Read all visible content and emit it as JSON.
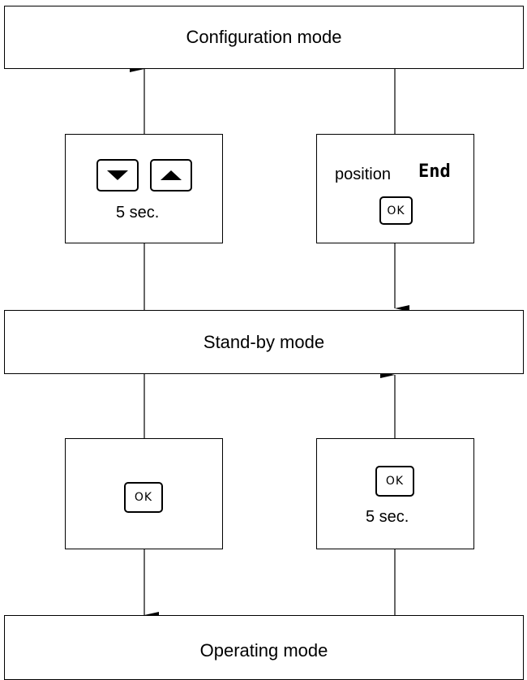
{
  "modes": {
    "configuration": "Configuration mode",
    "standby": "Stand-by mode",
    "operating": "Operating mode"
  },
  "steps": {
    "enter_config": {
      "keys": [
        "arrow-down-key",
        "arrow-up-key"
      ],
      "hold": "5 sec."
    },
    "exit_config": {
      "text": "position",
      "display": "End",
      "key": "OK"
    },
    "enter_operating": {
      "key": "OK"
    },
    "exit_operating": {
      "key": "OK",
      "hold": "5 sec."
    }
  }
}
